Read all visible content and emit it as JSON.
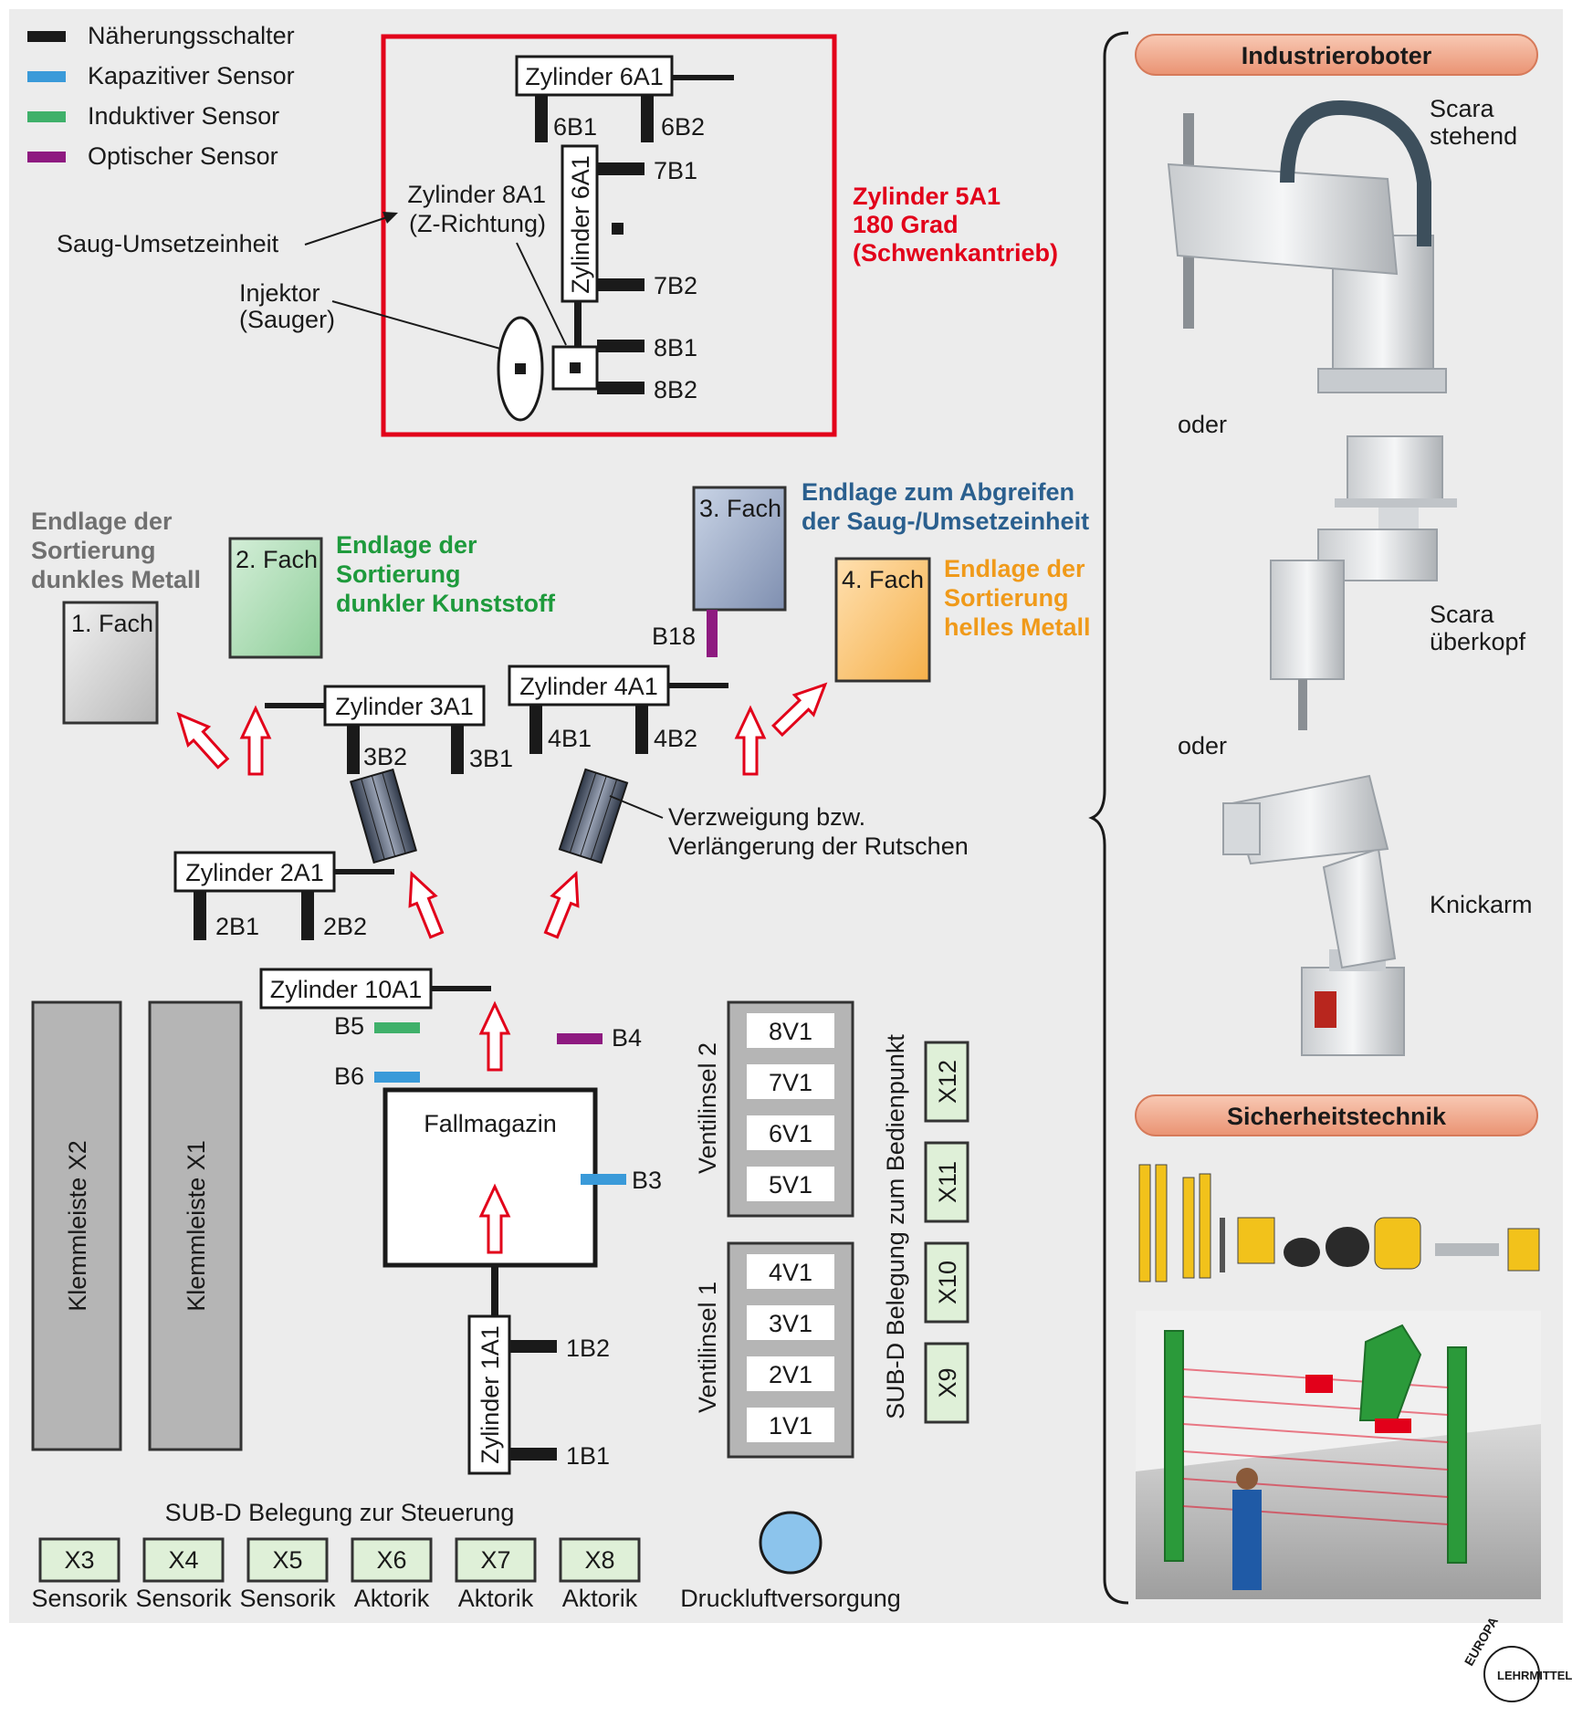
{
  "legend": [
    {
      "label": "Näherungsschalter",
      "color": "#1a1a1a"
    },
    {
      "label": "Kapazitiver Sensor",
      "color": "#3a9ad9"
    },
    {
      "label": "Induktiver Sensor",
      "color": "#3fb06a"
    },
    {
      "label": "Optischer Sensor",
      "color": "#8e1a80"
    }
  ],
  "vacuum": {
    "cyl6": "Zylinder 6A1",
    "s6b1": "6B1",
    "s6b2": "6B2",
    "cyl6v": "Zylinder 6A1",
    "s7b1": "7B1",
    "s7b2": "7B2",
    "cyl8a": "Zylinder 8A1",
    "cyl8b": "(Z-Richtung)",
    "s8b1": "8B1",
    "s8b2": "8B2",
    "saug": "Saug-Umsetzeinheit",
    "inj1": "Injektor",
    "inj2": "(Sauger)",
    "z5a": "Zylinder 5A1",
    "z5b": "180 Grad",
    "z5c": "(Schwenkantrieb)",
    "accent": "#e2001a"
  },
  "bins": {
    "fach1": "1. Fach",
    "fach2": "2. Fach",
    "fach3": "3. Fach",
    "fach4": "4. Fach",
    "e1a": "Endlage der",
    "e1b": "Sortierung",
    "e1c": "dunkles Metall",
    "e2a": "Endlage der",
    "e2b": "Sortierung",
    "e2c": "dunkler Kunststoff",
    "e3a": "Endlage zum Abgreifen",
    "e3b": "der Saug-/Umsetzeinheit",
    "e4a": "Endlage der",
    "e4b": "Sortierung",
    "e4c": "helles Metall",
    "b18": "B18"
  },
  "cylinders": {
    "c3": "Zylinder 3A1",
    "s3b2": "3B2",
    "s3b1": "3B1",
    "c4": "Zylinder 4A1",
    "s4b1": "4B1",
    "s4b2": "4B2",
    "c2": "Zylinder 2A1",
    "s2b1": "2B1",
    "s2b2": "2B2",
    "c10": "Zylinder 10A1",
    "verz1": "Verzweigung bzw.",
    "verz2": "Verlängerung der Rutschen",
    "b5": "B5",
    "b6": "B6",
    "b4": "B4",
    "b3": "B3",
    "fallmagazin": "Fallmagazin",
    "c1": "Zylinder 1A1",
    "s1b2": "1B2",
    "s1b1": "1B1"
  },
  "terminals": {
    "x2": "Klemmleiste X2",
    "x1": "Klemmleiste X1"
  },
  "valves": {
    "island2": "Ventilinsel 2",
    "island1": "Ventilinsel 1",
    "v2": [
      "8V1",
      "7V1",
      "6V1",
      "5V1"
    ],
    "v1": [
      "4V1",
      "3V1",
      "2V1",
      "1V1"
    ]
  },
  "subd_panel": {
    "label": "SUB-D Belegung zum Bedienpunkt",
    "ports": [
      "X12",
      "X11",
      "X10",
      "X9"
    ]
  },
  "subd_ctrl": {
    "label": "SUB-D Belegung zur Steuerung",
    "ports": [
      {
        "id": "X3",
        "role": "Sensorik"
      },
      {
        "id": "X4",
        "role": "Sensorik"
      },
      {
        "id": "X5",
        "role": "Sensorik"
      },
      {
        "id": "X6",
        "role": "Aktorik"
      },
      {
        "id": "X7",
        "role": "Aktorik"
      },
      {
        "id": "X8",
        "role": "Aktorik"
      }
    ]
  },
  "air": "Druckluftversorgung",
  "robots": {
    "header": "Industrieroboter",
    "r1a": "Scara",
    "r1b": "stehend",
    "oder1": "oder",
    "r2a": "Scara",
    "r2b": "überkopf",
    "oder2": "oder",
    "r3": "Knickarm"
  },
  "safety": {
    "header": "Sicherheitstechnik"
  },
  "logo": {
    "top": "EUROPA",
    "bottom": "LEHRMITTEL"
  }
}
